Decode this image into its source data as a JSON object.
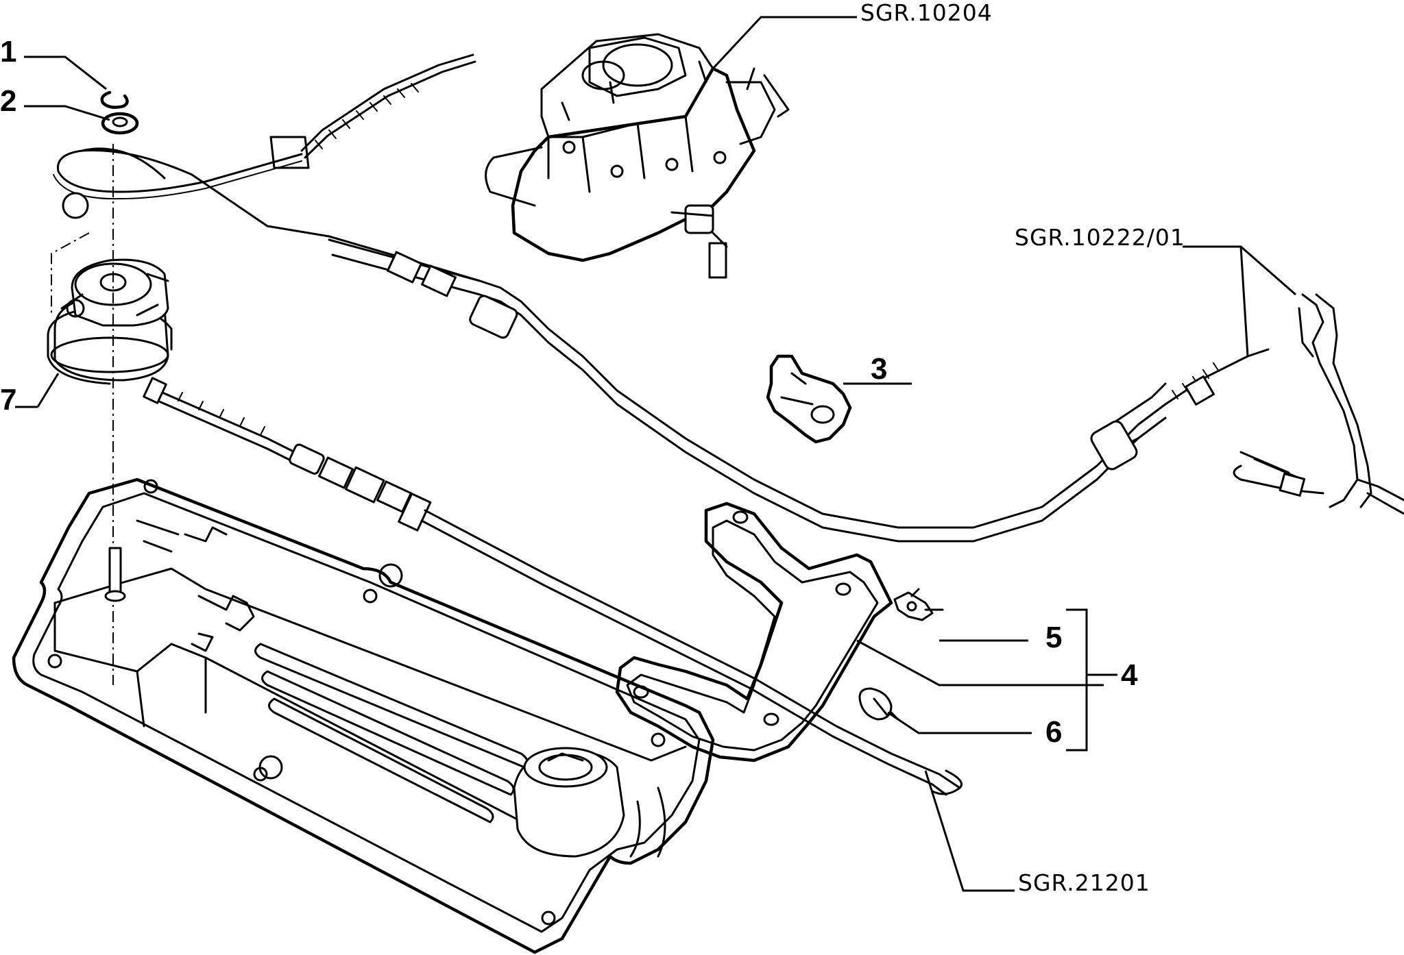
{
  "callouts": {
    "c1": "1",
    "c2": "2",
    "c3": "3",
    "c4": "4",
    "c5": "5",
    "c6": "6",
    "c7": "7"
  },
  "references": {
    "carburettor": "SGR.10204",
    "pedal": "SGR.10222/01",
    "cover": "SGR.21201"
  }
}
